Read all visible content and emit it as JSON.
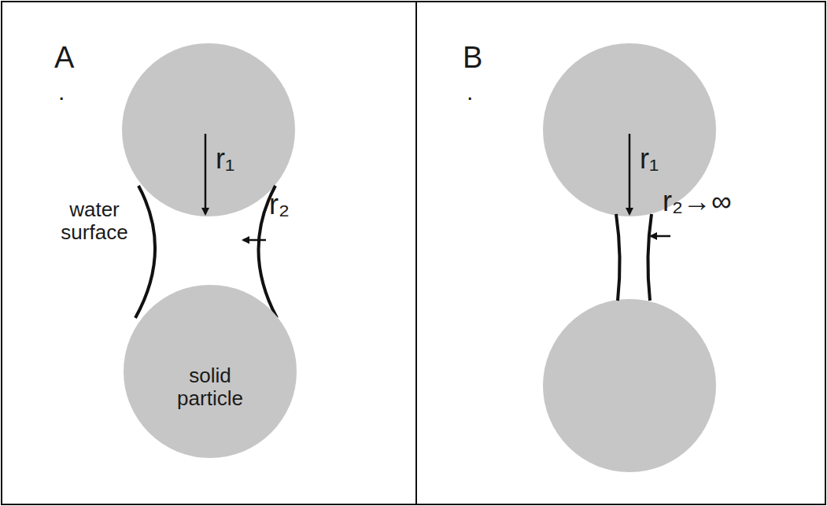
{
  "diagram": {
    "nodes": [
      {
        "text": [
          "A"
        ]
      },
      {
        "text": [
          "solid particle"
        ],
        "in": 0
      },
      {
        "text": [
          "B"
        ]
      }
    ],
    "labels": [
      ".",
      "r₁",
      "r₂",
      "water surface",
      ".",
      "r₁",
      "r₂→∞"
    ]
  }
}
